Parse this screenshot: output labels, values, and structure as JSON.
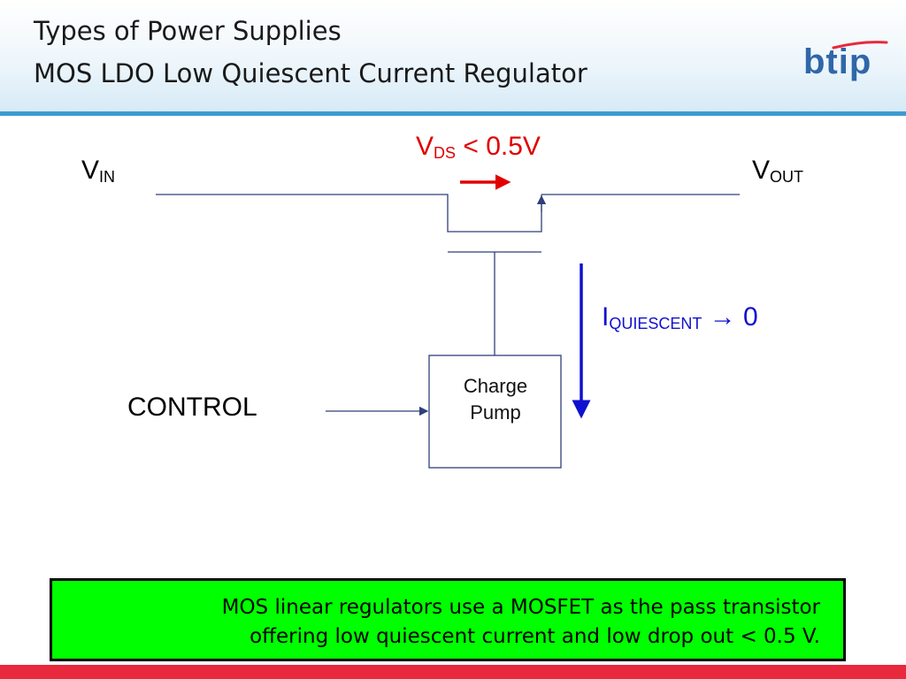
{
  "header": {
    "title_line1": "Types of Power Supplies",
    "title_line2": "MOS LDO Low Quiescent Current Regulator",
    "logo_text": "btip"
  },
  "diagram": {
    "vin": {
      "main": "V",
      "sub": "IN"
    },
    "vout": {
      "main": "V",
      "sub": "OUT"
    },
    "vds": {
      "main": "V",
      "sub": "DS",
      "rest": " < 0.5V"
    },
    "iq": {
      "main": "I",
      "sub": "QUIESCENT",
      "rest": " → 0"
    },
    "control": "CONTROL",
    "charge_pump_line1": "Charge",
    "charge_pump_line2": "Pump"
  },
  "note": {
    "line1": "MOS linear regulators use a MOSFET as the pass transistor",
    "line2": "offering low quiescent current and low drop out < 0.5 V."
  },
  "colors": {
    "header_rule": "#3d9bd0",
    "wire": "#2f3f7a",
    "vds_red": "#e00000",
    "iq_blue": "#1010d0",
    "note_green": "#00ff00",
    "bottom_bar": "#e8283c"
  }
}
